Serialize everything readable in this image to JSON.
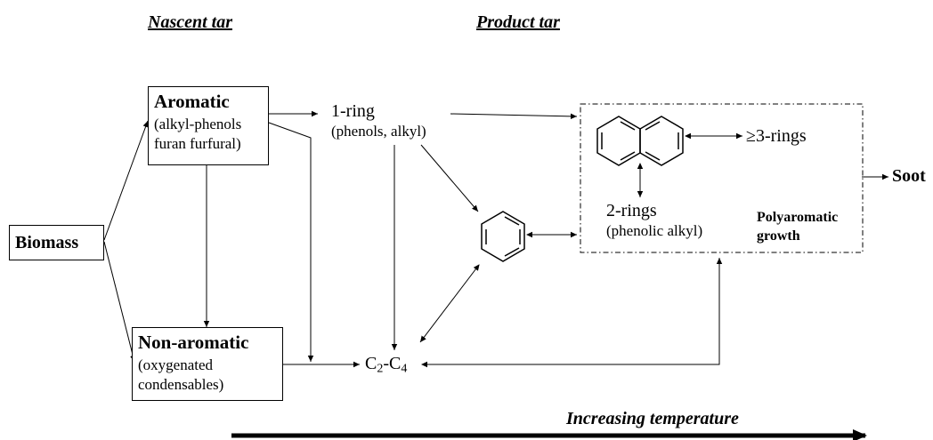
{
  "headers": {
    "nascent": "Nascent tar",
    "product": "Product tar"
  },
  "nodes": {
    "biomass": "Biomass",
    "aromatic": {
      "title": "Aromatic",
      "line1": "(alkyl-phenols",
      "line2": "furan furfural)"
    },
    "nonaromatic": {
      "title": "Non-aromatic",
      "line1": "(oxygenated",
      "line2": "condensables)"
    },
    "one_ring": {
      "title": "1-ring",
      "detail": "(phenols, alkyl)"
    },
    "c2c4": {
      "base1": "C",
      "sub1": "2",
      "dash": "-",
      "base2": "C",
      "sub2": "4"
    },
    "three_rings": "≥3-rings",
    "two_rings": {
      "title": "2-rings",
      "detail": "(phenolic alkyl)"
    },
    "polyaromatic": {
      "line1": "Polyaromatic",
      "line2": "growth"
    },
    "soot": "Soot"
  },
  "temperature_label": "Increasing temperature"
}
